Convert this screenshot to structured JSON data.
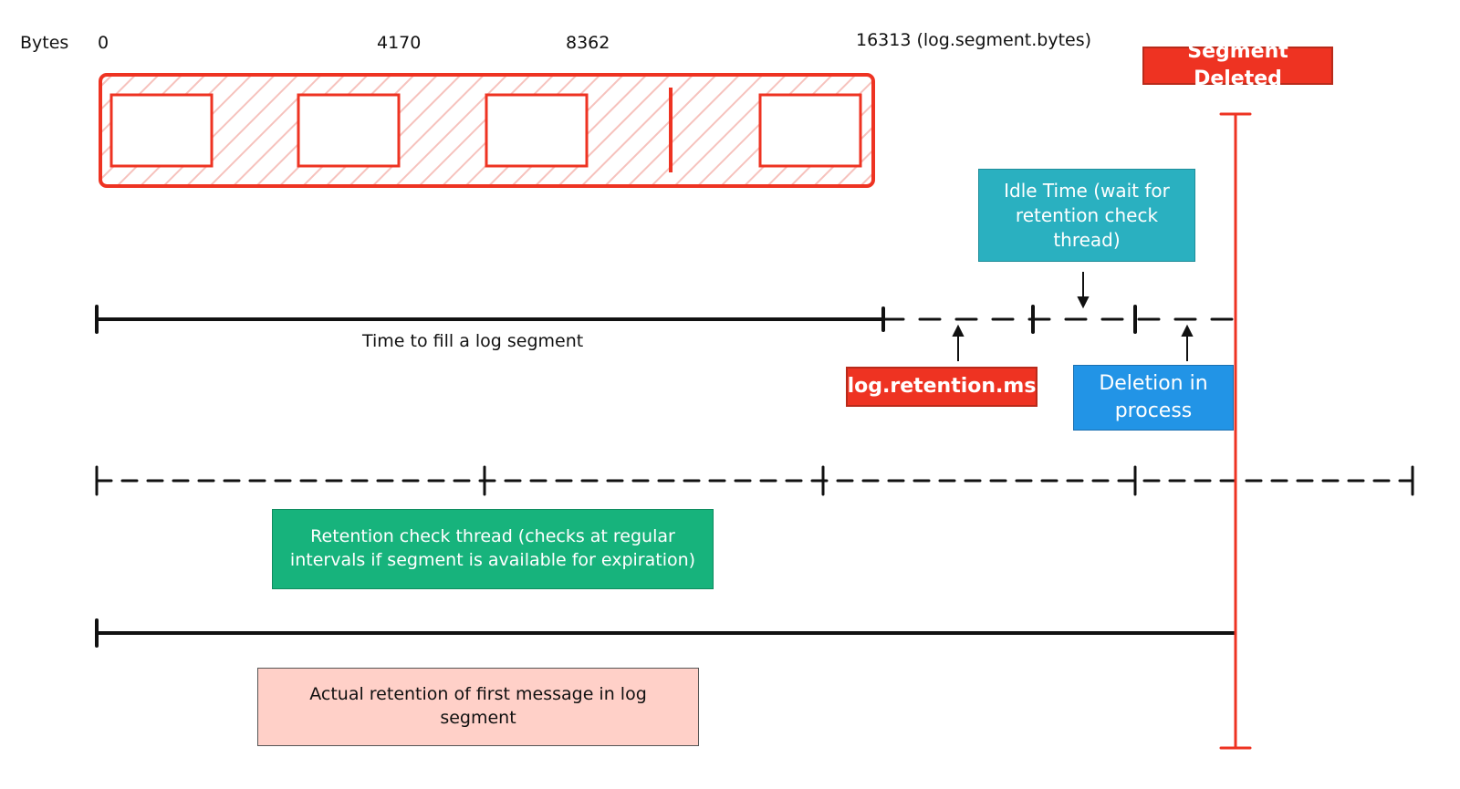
{
  "axis": {
    "unit_label": "Bytes",
    "offsets": [
      "0",
      "4170",
      "8362",
      "16313 (log.segment.bytes)"
    ]
  },
  "labels": {
    "segment_deleted": "Segment Deleted",
    "idle_time": "Idle Time (wait for retention check thread)",
    "time_to_fill": "Time to fill a log segment",
    "log_retention_ms": "log.retention.ms",
    "deletion_in_process": "Deletion in process",
    "retention_check_thread": "Retention check thread (checks at regular intervals if segment is available for expiration)",
    "actual_retention": "Actual retention of first message in log segment"
  },
  "colors": {
    "red": "#ee3322",
    "teal": "#2ab0c0",
    "blue": "#2294e6",
    "green": "#17b37c",
    "pink": "#ffd0c8",
    "black": "#111111"
  }
}
